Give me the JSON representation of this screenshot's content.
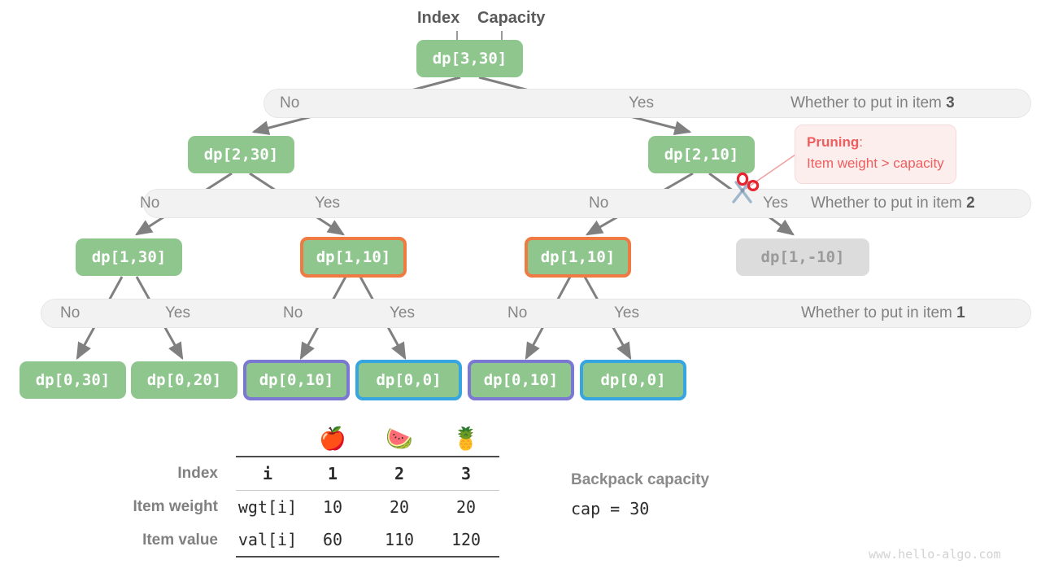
{
  "header": {
    "index_label": "Index",
    "capacity_label": "Capacity"
  },
  "tree": {
    "nodes": [
      {
        "id": "root",
        "text": "dp[3,30]",
        "style": "plain"
      },
      {
        "id": "n1a",
        "text": "dp[2,30]",
        "style": "plain"
      },
      {
        "id": "n1b",
        "text": "dp[2,10]",
        "style": "plain"
      },
      {
        "id": "n2a",
        "text": "dp[1,30]",
        "style": "plain"
      },
      {
        "id": "n2b",
        "text": "dp[1,10]",
        "style": "orange"
      },
      {
        "id": "n2c",
        "text": "dp[1,10]",
        "style": "orange"
      },
      {
        "id": "n2d",
        "text": "dp[1,-10]",
        "style": "muted"
      },
      {
        "id": "l1",
        "text": "dp[0,30]",
        "style": "plain"
      },
      {
        "id": "l2",
        "text": "dp[0,20]",
        "style": "plain"
      },
      {
        "id": "l3",
        "text": "dp[0,10]",
        "style": "purple"
      },
      {
        "id": "l4",
        "text": "dp[0,0]",
        "style": "blue"
      },
      {
        "id": "l5",
        "text": "dp[0,10]",
        "style": "purple"
      },
      {
        "id": "l6",
        "text": "dp[0,0]",
        "style": "blue"
      }
    ]
  },
  "levels": [
    {
      "title": "Whether to put in item ",
      "title_item": "3",
      "branches": [
        "No",
        "Yes"
      ]
    },
    {
      "title": "Whether to put in item ",
      "title_item": "2",
      "branches": [
        "No",
        "Yes",
        "No",
        "Yes"
      ]
    },
    {
      "title": "Whether to put in item ",
      "title_item": "1",
      "branches": [
        "No",
        "Yes",
        "No",
        "Yes",
        "No",
        "Yes"
      ]
    }
  ],
  "pruning": {
    "title": "Pruning",
    "colon": ":",
    "detail": "Item weight > capacity"
  },
  "table": {
    "row_labels": [
      "Index",
      "Item weight",
      "Item value"
    ],
    "emojis": [
      "🍎",
      "🍉",
      "🍍"
    ],
    "col0": [
      "i",
      "wgt[i]",
      "val[i]"
    ],
    "rows": [
      [
        "1",
        "2",
        "3"
      ],
      [
        "10",
        "20",
        "20"
      ],
      [
        "60",
        "110",
        "120"
      ]
    ]
  },
  "capacity": {
    "title": "Backpack capacity",
    "code": "cap = 30"
  },
  "watermark": "www.hello-algo.com",
  "colors": {
    "node_green": "#8ec68e",
    "orange": "#ef7b43",
    "purple": "#7b78d4",
    "blue": "#37a5e0",
    "muted": "#dcdcdc",
    "pruning_red": "#ef5d5d",
    "bar_gray": "#f2f2f2",
    "edge_gray": "#808080"
  }
}
